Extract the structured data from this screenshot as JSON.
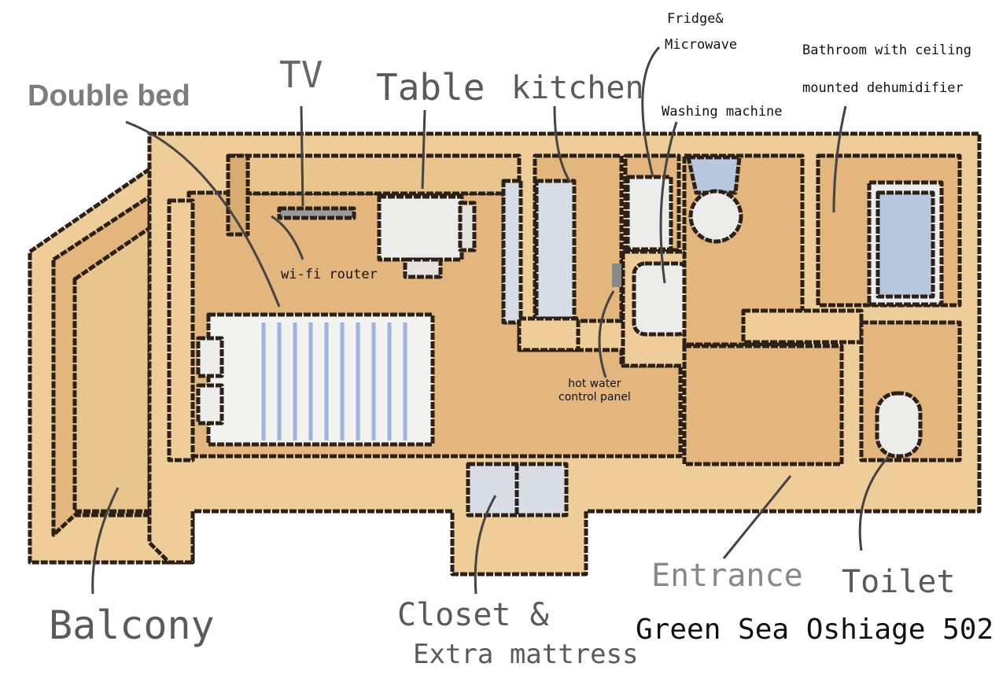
{
  "title": "Green Sea Oshiage 502",
  "labels": {
    "double_bed": "Double bed",
    "tv": "TV",
    "table": "Table",
    "kitchen": "kitchen",
    "fridge_microwave_1": "Fridge&",
    "fridge_microwave_2": "Microwave",
    "washing_machine": "Washing machine",
    "bathroom_1": "Bathroom with ceiling",
    "bathroom_2": "mounted dehumidifier",
    "wifi_router": "wi-fi router",
    "hot_water_1": "hot water",
    "hot_water_2": "control panel",
    "balcony": "Balcony",
    "closet_1": "Closet &",
    "closet_2": "Extra mattress",
    "entrance": "Entrance",
    "toilet": "Toilet"
  },
  "colors": {
    "floor": "#e2b67c",
    "wall": "#eecd98",
    "outline": "#2b2118",
    "fixture": "#e4e3df",
    "blue": "#b9c7de"
  }
}
